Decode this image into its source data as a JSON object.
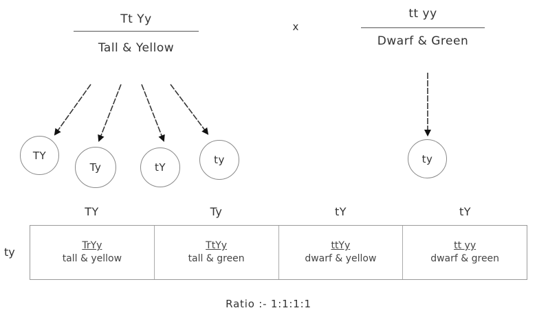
{
  "parent1": {
    "genotype": "Tt Yy",
    "phenotype": "Tall & Yellow"
  },
  "cross_symbol": "x",
  "parent2": {
    "genotype": "tt yy",
    "phenotype": "Dwarf & Green"
  },
  "gametes_parent1": [
    "TY",
    "Ty",
    "tY",
    "ty"
  ],
  "gametes_parent2": [
    "ty"
  ],
  "punnett": {
    "column_headers": [
      "TY",
      "Ty",
      "tY",
      "tY"
    ],
    "row_header": "ty",
    "cells": [
      {
        "genotype": "TrYy",
        "phenotype": "tall & yellow"
      },
      {
        "genotype": "TtYy",
        "phenotype": "tall & green"
      },
      {
        "genotype": "ttYy",
        "phenotype": "dwarf & yellow"
      },
      {
        "genotype": "tt yy",
        "phenotype": "dwarf & green"
      }
    ]
  },
  "ratio": "Ratio :- 1:1:1:1"
}
